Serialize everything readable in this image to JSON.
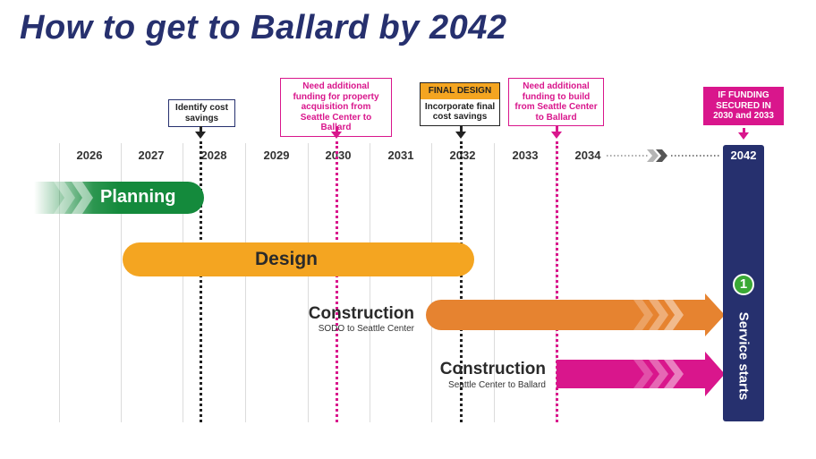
{
  "title": "How to get to Ballard by 2042",
  "years": [
    "2026",
    "2027",
    "2028",
    "2029",
    "2030",
    "2031",
    "2032",
    "2033",
    "2034"
  ],
  "final_year": "2042",
  "callouts": {
    "identify_cost": {
      "line1": "Identify cost",
      "line2": "savings"
    },
    "funding_property": {
      "line1": "Need additional",
      "line2": "funding for property",
      "line3": "acquisition from",
      "line4": "Seattle Center to Ballard"
    },
    "final_design": {
      "header": "FINAL DESIGN",
      "line1": "Incorporate final",
      "line2": "cost savings"
    },
    "funding_build": {
      "line1": "Need additional",
      "line2": "funding to build",
      "line3": "from Seattle Center",
      "line4": "to Ballard"
    },
    "if_funding": {
      "line1": "IF FUNDING",
      "line2": "SECURED IN",
      "line3": "2030 and 2033"
    }
  },
  "phases": {
    "planning": {
      "label": "Planning"
    },
    "design": {
      "label": "Design"
    },
    "construction_sodo": {
      "label": "Construction",
      "sub": "SODO to Seattle Center"
    },
    "construction_ballard": {
      "label": "Construction",
      "sub": "Seattle Center to Ballard"
    }
  },
  "service": {
    "badge": "1",
    "label": "Service starts"
  },
  "colors": {
    "navy": "#26306e",
    "planning": "#148a3c",
    "design": "#f4a521",
    "construction_sodo": "#e68330",
    "construction_ballard": "#d9168c",
    "badge": "#3aa935"
  }
}
